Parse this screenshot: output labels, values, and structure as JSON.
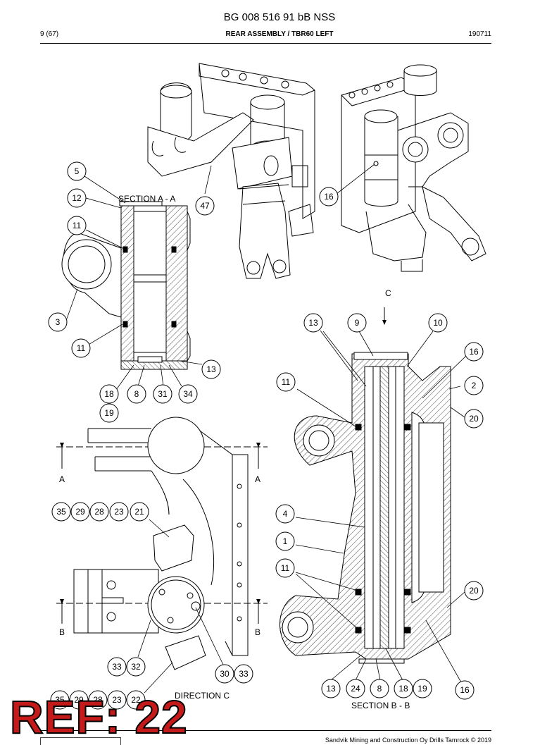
{
  "header": {
    "document_number": "BG 008 516 91 bB NSS",
    "page": "9 (67)",
    "title": "REAR ASSEMBLY / TBR60 LEFT",
    "date_code": "190711"
  },
  "views": {
    "section_aa": "SECTION A - A",
    "section_bb": "SECTION B - B",
    "direction_c": "DIRECTION C",
    "marker_c": "C",
    "marker_a_left": "A",
    "marker_a_right": "A",
    "marker_b_left": "B",
    "marker_b_right": "B"
  },
  "callouts": {
    "iso_47": "47",
    "iso_16": "16",
    "aa_5": "5",
    "aa_12": "12",
    "aa_11a": "11",
    "aa_3": "3",
    "aa_11b": "11",
    "aa_13": "13",
    "aa_18": "18",
    "aa_19": "19",
    "aa_8": "8",
    "aa_31": "31",
    "aa_34": "34",
    "c_35": "35",
    "c_29": "29",
    "c_28": "28",
    "c_23": "23",
    "c_21": "21",
    "c_33a": "33",
    "c_32": "32",
    "c_30": "30",
    "c_33b": "33",
    "c_35b": "35",
    "c_29b": "29",
    "c_28b": "28",
    "c_23b": "23",
    "c_22": "22",
    "bb_13a": "13",
    "bb_9": "9",
    "bb_10": "10",
    "bb_16a": "16",
    "bb_2": "2",
    "bb_11a": "11",
    "bb_20a": "20",
    "bb_4": "4",
    "bb_1": "1",
    "bb_11b": "11",
    "bb_20b": "20",
    "bb_13b": "13",
    "bb_24": "24",
    "bb_8": "8",
    "bb_18": "18",
    "bb_19": "19",
    "bb_16b": "16"
  },
  "footer": {
    "copyright": "Sandvik Mining and Construction Oy Drills Tamrock © 2019",
    "stamp": "REF: 22"
  }
}
